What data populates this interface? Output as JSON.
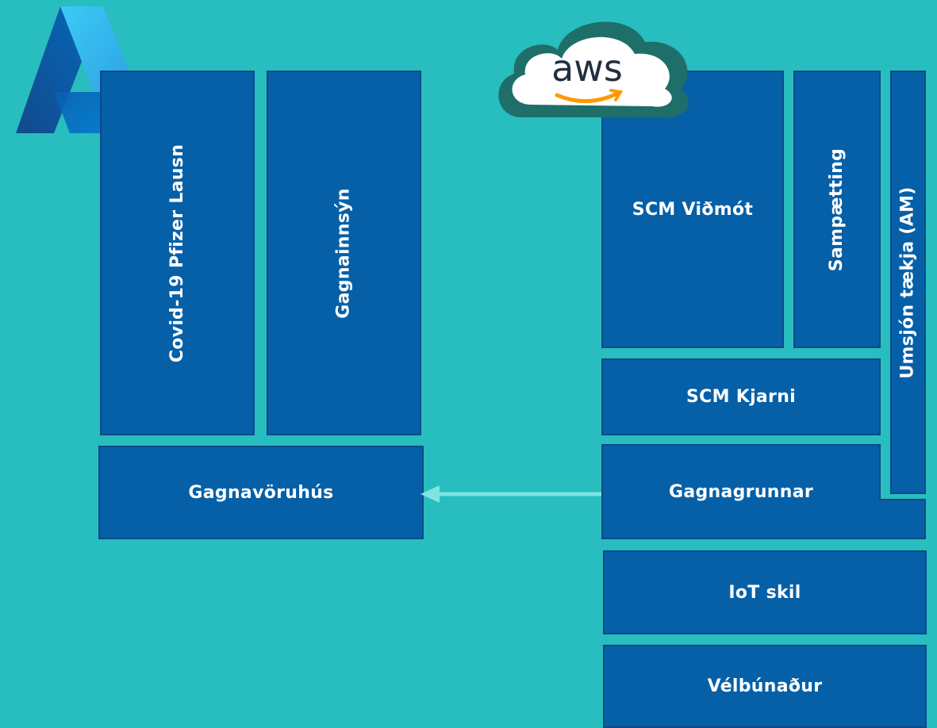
{
  "azure": {
    "logo_name": "azure-logo",
    "blocks": {
      "covid": "Covid-19 Pfizer Lausn",
      "insights": "Gagnainnsýn",
      "warehouse": "Gagnavöruhús"
    }
  },
  "aws": {
    "logo_text": "aws",
    "blocks": {
      "scm_ui": "SCM Viðmót",
      "integration": "Sampætting",
      "asset_mgmt": "Umsjón tækja (AM)",
      "scm_core": "SCM Kjarni",
      "databases": "Gagnagrunnar",
      "iot": "IoT skil",
      "hardware": "Vélbúnaður"
    }
  },
  "colors": {
    "background": "#28bdbe",
    "block_fill": "#0560a8",
    "block_border": "#0d4a86",
    "arrow": "#7fe3e3"
  }
}
